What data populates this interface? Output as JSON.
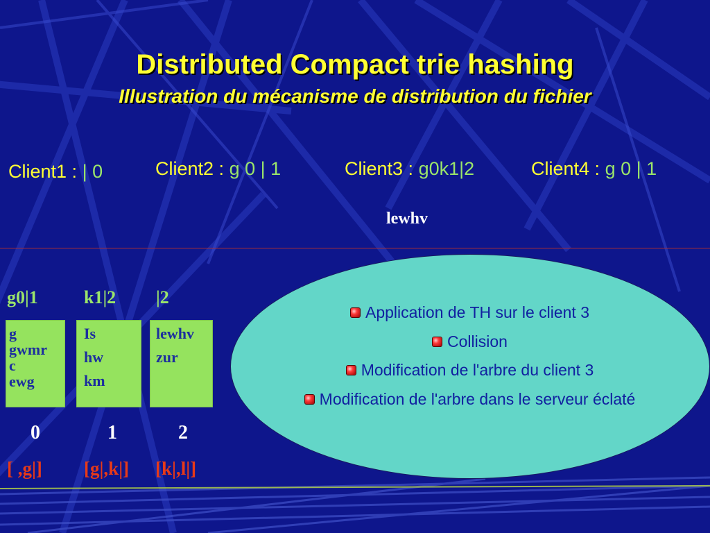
{
  "title": "Distributed Compact trie hashing",
  "subtitle": "Illustration du mécanisme de distribution du fichier",
  "clients": [
    {
      "label": "Client1 : ",
      "value": "| 0"
    },
    {
      "label": "Client2 : ",
      "value": "g 0 | 1"
    },
    {
      "label": "Client3 : ",
      "value": "g0k1|2"
    },
    {
      "label": "Client4 : ",
      "value": "g 0 | 1"
    }
  ],
  "inserted_key": "lewhv",
  "buckets": [
    {
      "label": "g0|1",
      "keys": [
        "g",
        "gwmr",
        "c",
        "ewg"
      ],
      "number": "0",
      "range": "[ ,g|]"
    },
    {
      "label": "k1|2",
      "keys": [
        "Is",
        "hw",
        "km"
      ],
      "number": "1",
      "range": "[g|,k|]"
    },
    {
      "label": "|2",
      "keys": [
        "lewhv",
        "zur"
      ],
      "number": "2",
      "range": "[k|,l|]"
    }
  ],
  "notes": [
    "Application de TH sur le client 3",
    "Collision",
    "Modification de l'arbre du client 3",
    "Modification de l'arbre dans le serveur éclaté"
  ],
  "colors": {
    "background": "#0e168c",
    "title": "#ffff33",
    "client_value": "#9be56a",
    "bucket_fill": "#95e35e",
    "bucket_text": "#1c2e9e",
    "range_text": "#e83a18",
    "ellipse_fill": "#63d6c8",
    "note_text": "#1120a0"
  }
}
